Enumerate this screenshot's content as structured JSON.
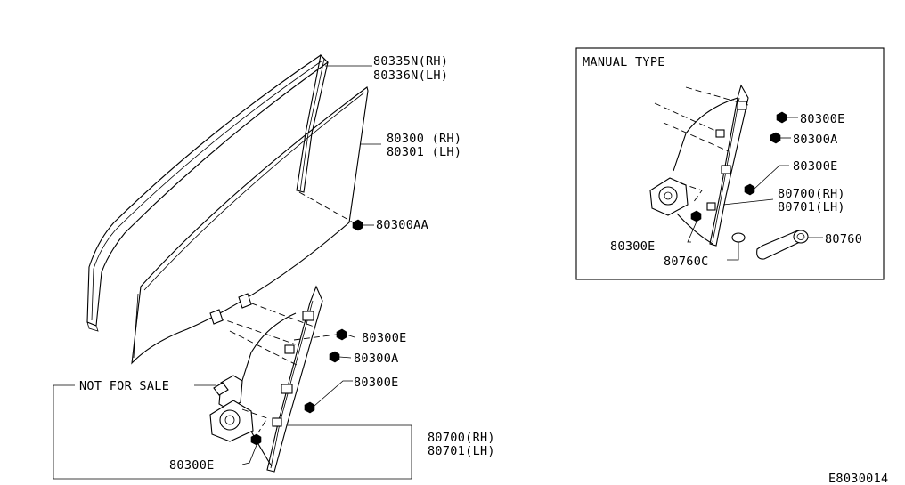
{
  "parts": {
    "weatherstrip": {
      "rh": "80335N(RH)",
      "lh": "80336N(LH)"
    },
    "glass": {
      "rh": "80300 (RH)",
      "lh": "80301 (LH)"
    },
    "bolt_glass": "80300AA",
    "bolt_e_1": "80300E",
    "bolt_a": "80300A",
    "bolt_e_2": "80300E",
    "bolt_e_3": "80300E",
    "regulator": {
      "rh": "80700(RH)",
      "lh": "80701(LH)"
    }
  },
  "not_for_sale": "NOT FOR SALE",
  "manual_box": {
    "title": "MANUAL TYPE",
    "bolt_e_1": "80300E",
    "bolt_a": "80300A",
    "bolt_e_2": "80300E",
    "regulator": {
      "rh": "80700(RH)",
      "lh": "80701(LH)"
    },
    "bolt_e_3": "80300E",
    "handle_washer": "80760C",
    "handle": "80760"
  },
  "diagram_code": "E8030014"
}
